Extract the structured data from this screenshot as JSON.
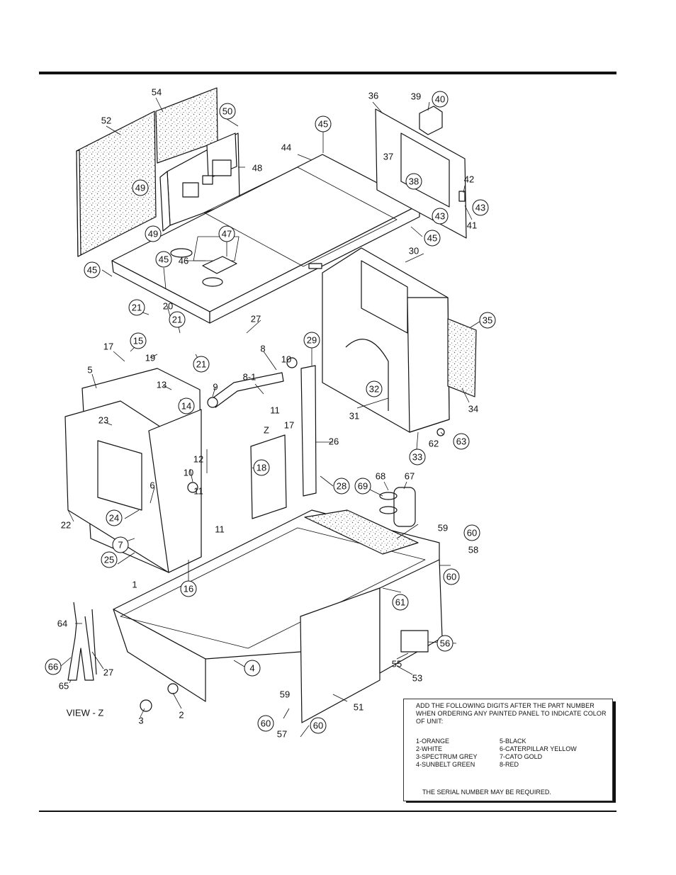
{
  "labels": {
    "l1": "1",
    "l2": "2",
    "l3": "3",
    "l4": "4",
    "l5": "5",
    "l6": "6",
    "l7": "7",
    "l8": "8",
    "l8_1": "8-1",
    "l9": "9",
    "l10": "10",
    "l11": "11",
    "l12": "12",
    "l13": "13",
    "l14": "14",
    "l15": "15",
    "l16": "16",
    "l17": "17",
    "l18": "18",
    "l19": "19",
    "l20": "20",
    "l21": "21",
    "l22": "22",
    "l23": "23",
    "l24": "24",
    "l25": "25",
    "l26": "26",
    "l27": "27",
    "l28": "28",
    "l29": "29",
    "l30": "30",
    "l31": "31",
    "l32": "32",
    "l33": "33",
    "l34": "34",
    "l35": "35",
    "l36": "36",
    "l37": "37",
    "l38": "38",
    "l39": "39",
    "l40": "40",
    "l41": "41",
    "l42": "42",
    "l43": "43",
    "l44": "44",
    "l45": "45",
    "l46": "46",
    "l47": "47",
    "l48": "48",
    "l49": "49",
    "l50": "50",
    "l51": "51",
    "l52": "52",
    "l53": "53",
    "l54": "54",
    "l55": "55",
    "l56": "56",
    "l57": "57",
    "l58": "58",
    "l59": "59",
    "l60": "60",
    "l61": "61",
    "l62": "62",
    "l63": "63",
    "l64": "64",
    "l65": "65",
    "l66": "66",
    "l67": "67",
    "l68": "68",
    "l69": "69",
    "z": "Z",
    "view_z": "VIEW - Z"
  },
  "note": {
    "instruction": "ADD THE FOLLOWING DIGITS AFTER THE PART NUMBER WHEN ORDERING ANY PAINTED PANEL TO INDICATE COLOR OF UNIT:",
    "colors_left": [
      "1-ORANGE",
      "2-WHITE",
      "3-SPECTRUM GREY",
      "4-SUNBELT GREEN"
    ],
    "colors_right": [
      "5-BLACK",
      "6-CATERPILLAR YELLOW",
      "7-CATO GOLD",
      "8-RED"
    ],
    "serial": "THE SERIAL NUMBER MAY BE REQUIRED."
  }
}
